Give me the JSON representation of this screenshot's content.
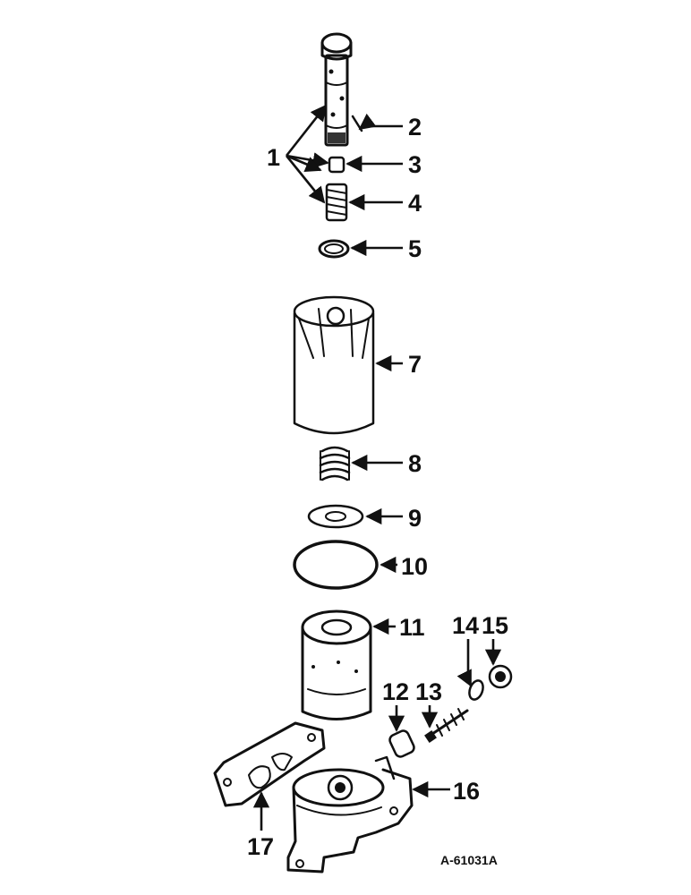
{
  "callouts": [
    {
      "id": "1",
      "label": "1"
    },
    {
      "id": "2",
      "label": "2"
    },
    {
      "id": "3",
      "label": "3"
    },
    {
      "id": "4",
      "label": "4"
    },
    {
      "id": "5",
      "label": "5"
    },
    {
      "id": "7",
      "label": "7"
    },
    {
      "id": "8",
      "label": "8"
    },
    {
      "id": "9",
      "label": "9"
    },
    {
      "id": "10",
      "label": "10"
    },
    {
      "id": "11",
      "label": "11"
    },
    {
      "id": "12",
      "label": "12"
    },
    {
      "id": "13",
      "label": "13"
    },
    {
      "id": "14",
      "label": "14"
    },
    {
      "id": "15",
      "label": "15"
    },
    {
      "id": "16",
      "label": "16"
    },
    {
      "id": "17",
      "label": "17"
    }
  ],
  "reference_code": "A-61031A",
  "colors": {
    "ink": "#111111",
    "paper": "#ffffff"
  }
}
